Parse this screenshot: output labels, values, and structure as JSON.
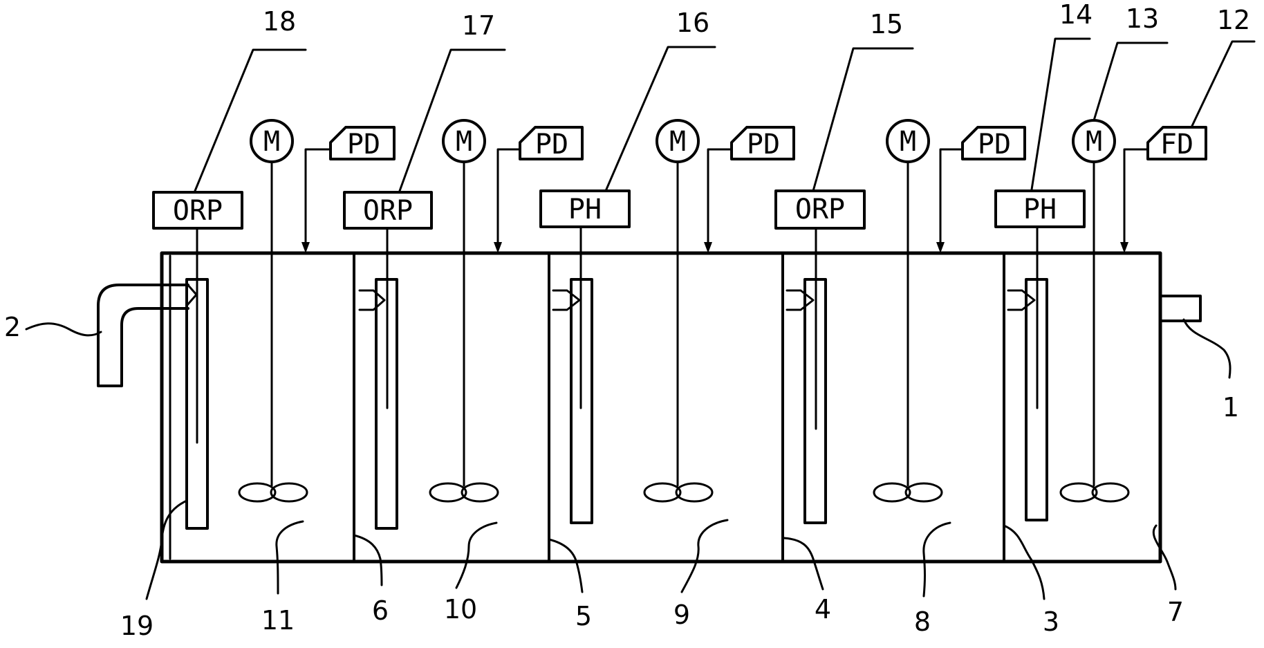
{
  "labels": {
    "n1": "1",
    "n2": "2",
    "n3": "3",
    "n4": "4",
    "n5": "5",
    "n6": "6",
    "n7": "7",
    "n8": "8",
    "n9": "9",
    "n10": "10",
    "n11": "11",
    "n12": "12",
    "n13": "13",
    "n14": "14",
    "n15": "15",
    "n16": "16",
    "n17": "17",
    "n18": "18",
    "n19": "19"
  },
  "sensors": [
    "ORP",
    "ORP",
    "PH",
    "ORP",
    "PH"
  ],
  "motor": "M",
  "dosers": [
    "PD",
    "PD",
    "PD",
    "PD",
    "FD"
  ]
}
